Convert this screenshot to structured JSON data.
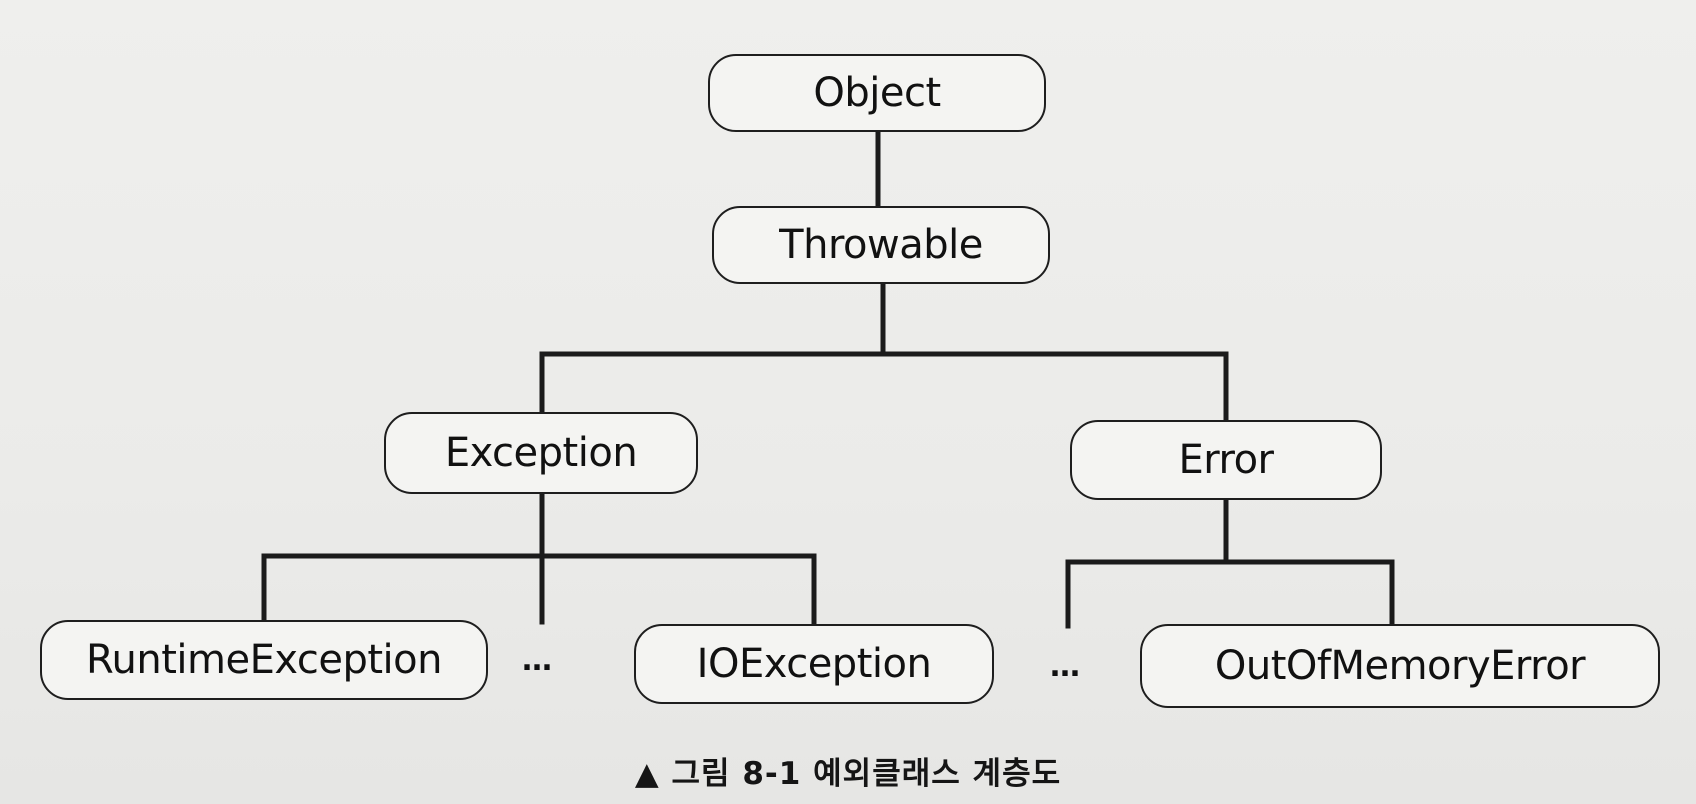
{
  "diagram": {
    "nodes": {
      "object": "Object",
      "throwable": "Throwable",
      "exception": "Exception",
      "error": "Error",
      "runtime_exception": "RuntimeException",
      "io_exception": "IOException",
      "out_of_memory_error": "OutOfMemoryError"
    },
    "ellipsis_exception": "…",
    "ellipsis_error": "…"
  },
  "caption": "▲ 그림 8-1  예외클래스 계층도"
}
